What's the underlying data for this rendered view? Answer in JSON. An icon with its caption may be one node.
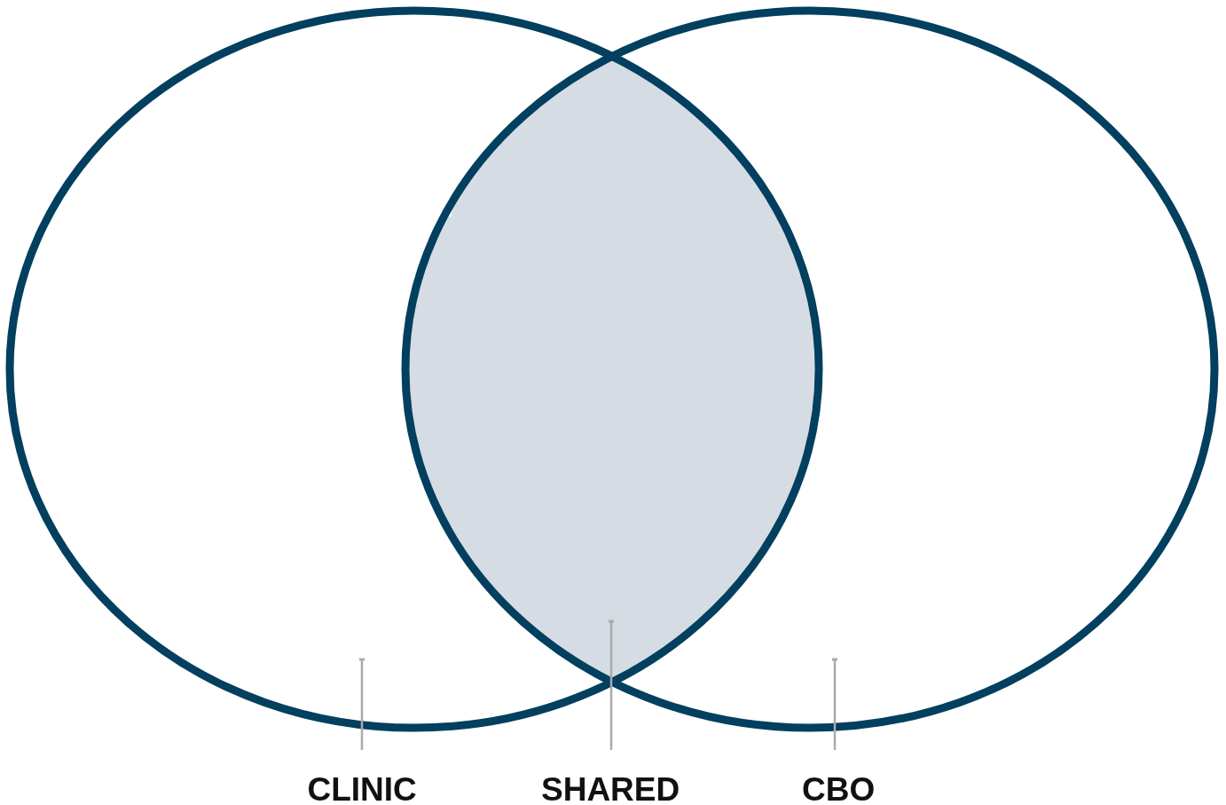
{
  "diagram": {
    "nodes": [
      {
        "text": [],
        "shape": "circle"
      },
      {
        "text": [],
        "shape": "circle"
      },
      {
        "text": [],
        "shape": "lens"
      },
      {
        "text": [
          "CLINIC"
        ]
      },
      {
        "text": [
          "SHARED"
        ]
      },
      {
        "text": [
          "CBO"
        ]
      }
    ],
    "edges": [
      {
        "from": 3,
        "to": 0,
        "arrow": "other"
      },
      {
        "from": 4,
        "to": 2,
        "arrow": "other"
      },
      {
        "from": 5,
        "to": 1,
        "arrow": "other"
      }
    ]
  }
}
